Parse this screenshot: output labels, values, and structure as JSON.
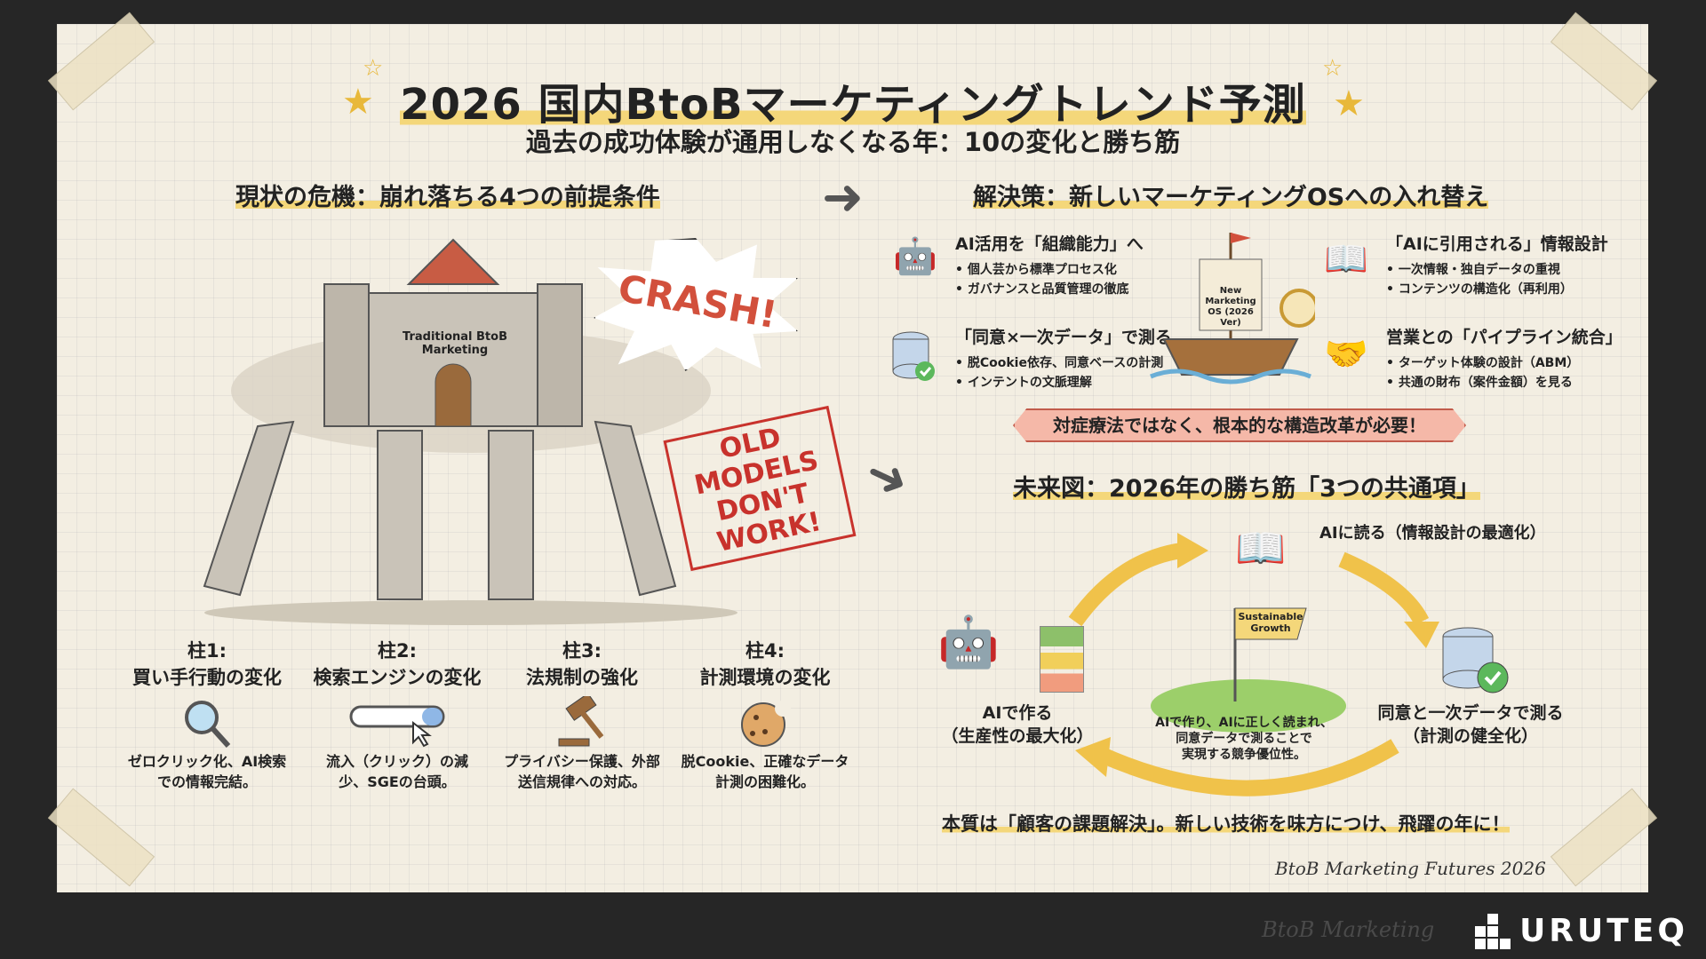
{
  "header": {
    "title": "2026 国内BtoBマーケティングトレンド予測",
    "subtitle": "過去の成功体験が通用しなくなる年：10の変化と勝ち筋"
  },
  "crisis": {
    "heading": "現状の危機：崩れ落ちる4つの前提条件",
    "castle_label": "Traditional BtoB Marketing",
    "crash": "CRASH!",
    "stamp": "OLD MODELS DON'T WORK!",
    "pillars": [
      {
        "num": "柱1:",
        "title": "買い手行動の変化",
        "icon": "magnifier-icon",
        "desc": "ゼロクリック化、AI検索での情報完結。"
      },
      {
        "num": "柱2:",
        "title": "検索エンジンの変化",
        "icon": "search-bar-icon",
        "desc": "流入（クリック）の減少、SGEの台頭。"
      },
      {
        "num": "柱3:",
        "title": "法規制の強化",
        "icon": "gavel-icon",
        "desc": "プライバシー保護、外部送信規律への対応。"
      },
      {
        "num": "柱4:",
        "title": "計測環境の変化",
        "icon": "cookie-icon",
        "desc": "脱Cookie、正確なデータ計測の困難化。"
      }
    ]
  },
  "solution": {
    "heading": "解決策：新しいマーケティングOSへの入れ替え",
    "ship_label": "New Marketing OS (2026 Ver)",
    "items": [
      {
        "title": "AI活用を「組織能力」へ",
        "bullets": [
          "個人芸から標準プロセス化",
          "ガバナンスと品質管理の徹底"
        ]
      },
      {
        "title": "「同意×一次データ」で測る",
        "bullets": [
          "脱Cookie依存、同意ベースの計測",
          "インテントの文脈理解"
        ]
      },
      {
        "title": "「AIに引用される」情報設計",
        "bullets": [
          "一次情報・独自データの重視",
          "コンテンツの構造化（再利用）"
        ]
      },
      {
        "title": "営業との「パイプライン統合」",
        "bullets": [
          "ターゲット体験の設計（ABM）",
          "共通の財布（案件金額）を見る"
        ]
      }
    ],
    "banner": "対症療法ではなく、根本的な構造改革が必要！"
  },
  "future": {
    "heading": "未来図：2026年の勝ち筋「3つの共通項」",
    "read": "AIに読る（情報設計の最適化）",
    "make": [
      "AIで作る",
      "（生産性の最大化）"
    ],
    "measure": [
      "同意と一次データで測る",
      "（計測の健全化）"
    ],
    "flag": "Sustainable Growth",
    "center": [
      "AIで作り、AIに正しく読まれ、",
      "同意データで測ることで",
      "実現する競争優位性。"
    ],
    "conclusion": "本質は「顧客の課題解決」。新しい技術を味方につけ、飛躍の年に！"
  },
  "signature": "BtoB Marketing Futures 2026",
  "footer": {
    "ghost": "BtoB Marketing",
    "logo": "URUTEQ"
  },
  "colors": {
    "highlight": "#f4d77a",
    "banner": "#f5b8a8",
    "stamp": "#c8322c",
    "arrow": "#f0c24a"
  }
}
